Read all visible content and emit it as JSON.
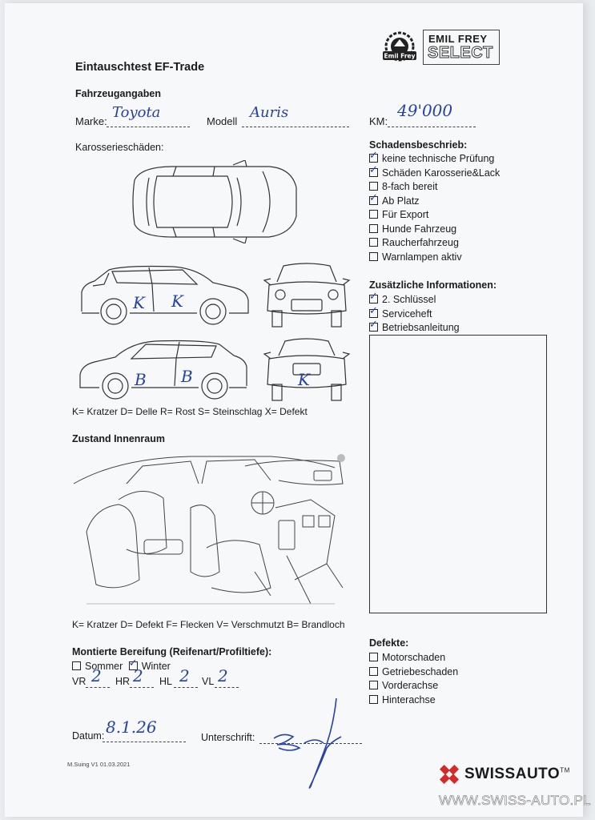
{
  "header": {
    "title": "Eintauschtest EF-Trade",
    "brand_line1": "EMIL FREY",
    "brand_line2": "SELECT",
    "badge_text": "Emil Frey"
  },
  "vehicle": {
    "section": "Fahrzeugangaben",
    "marke_label": "Marke:",
    "marke_value": "Toyota",
    "modell_label": "Modell",
    "modell_value": "Auris",
    "km_label": "KM:",
    "km_value": "49'000"
  },
  "body_damage": {
    "section": "Karosserieschäden:",
    "legend": "K= Kratzer D= Delle R= Rost S= Steinschlag X= Defekt",
    "marks": [
      "K",
      "K",
      "B",
      "B",
      "K"
    ]
  },
  "damage_description": {
    "title": "Schadensbeschrieb:",
    "items": [
      {
        "label": "keine technische Prüfung",
        "checked": true
      },
      {
        "label": "Schäden Karosserie&Lack",
        "checked": true
      },
      {
        "label": "8-fach bereit",
        "checked": false
      },
      {
        "label": "Ab Platz",
        "checked": true
      },
      {
        "label": "Für Export",
        "checked": false
      },
      {
        "label": "Hunde Fahrzeug",
        "checked": false
      },
      {
        "label": "Raucherfahrzeug",
        "checked": false
      },
      {
        "label": "Warnlampen aktiv",
        "checked": false
      }
    ]
  },
  "additional_info": {
    "title": "Zusätzliche Informationen:",
    "items": [
      {
        "label": "2. Schlüssel",
        "checked": true
      },
      {
        "label": "Serviceheft",
        "checked": true
      },
      {
        "label": "Betriebsanleitung",
        "checked": true
      }
    ]
  },
  "interior": {
    "section": "Zustand Innenraum",
    "legend": "K= Kratzer D= Defekt F= Flecken V= Verschmutzt B= Brandloch"
  },
  "tires": {
    "title": "Montierte Bereifung (Reifenart/Profiltiefe):",
    "sommer": "Sommer",
    "winter": "Winter",
    "winter_checked": true,
    "vr_label": "VR",
    "vr_value": "2",
    "hr_label": "HR",
    "hr_value": "2",
    "hl_label": "HL",
    "hl_value": "2",
    "vl_label": "VL",
    "vl_value": "2"
  },
  "defects": {
    "title": "Defekte:",
    "items": [
      {
        "label": "Motorschaden",
        "checked": false
      },
      {
        "label": "Getriebeschaden",
        "checked": false
      },
      {
        "label": "Vorderachse",
        "checked": false
      },
      {
        "label": "Hinterachse",
        "checked": false
      }
    ]
  },
  "footer": {
    "datum_label": "Datum:",
    "datum_value": "8.1.26",
    "unterschrift_label": "Unterschrift:",
    "version": "M.Suing V1 01.03.2021",
    "swiss_brand": "SWISSAUTO",
    "tm": "TM",
    "website": "WWW.SWISS-AUTO.PL"
  },
  "colors": {
    "ink": "#2741a8",
    "swiss_red": "#d42a2a"
  }
}
